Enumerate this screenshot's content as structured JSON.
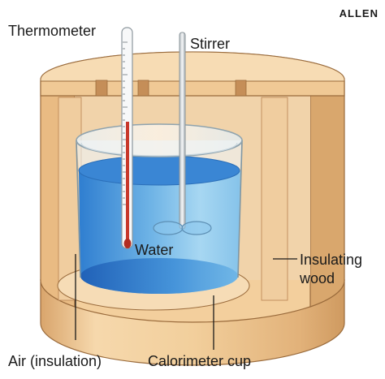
{
  "brand": "ALLEN",
  "labels": {
    "thermometer": "Thermometer",
    "stirrer": "Stirrer",
    "water": "Water",
    "insulating_wood_1": "Insulating",
    "insulating_wood_2": "wood",
    "air": "Air (insulation)",
    "cup": "Calorimeter cup"
  },
  "colors": {
    "wood_light": "#f4d3a5",
    "wood_mid": "#e6b57d",
    "wood_dark": "#c99560",
    "wood_outline": "#9a6b3c",
    "water_light": "#a9d9f3",
    "water_mid": "#5aa8e0",
    "water_dark": "#2a6fc0",
    "mercury": "#c8382b"
  }
}
